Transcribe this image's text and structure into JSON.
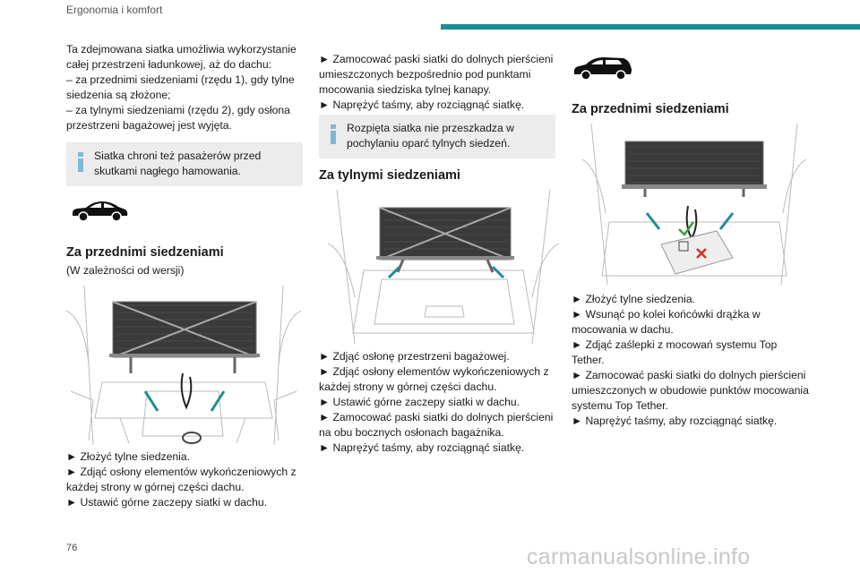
{
  "header": {
    "section_title": "Ergonomia i komfort"
  },
  "page_number": "76",
  "watermark": "carmanualsonline.info",
  "colors": {
    "accent": "#1e8e96",
    "note_icon": "#7fb8d4",
    "note_bg": "#ececec"
  },
  "col1": {
    "intro": "Ta zdejmowana siatka umożliwia wykorzystanie\ncałej przestrzeni ładunkowej, aż do dachu:\n–  za przednimi siedzeniami (rzędu 1), gdy tylne\nsiedzenia są złożone;\n–  za tylnymi siedzeniami (rzędu 2), gdy osłona\nprzestrzeni bagażowej jest wyjęta.",
    "note": "Siatka chroni też pasażerów przed\nskutkami nagłego hamowania.",
    "car_icon": "car-icon",
    "heading": "Za przednimi siedzeniami",
    "subheading": "(W zależności od wersji)",
    "steps": [
      "►  Złożyć tylne siedzenia.",
      "►  Zdjąć osłony elementów wykończeniowych z\nkażdej strony w górnej części dachu.",
      "►  Ustawić górne zaczepy siatki w dachu."
    ]
  },
  "col2": {
    "steps_top": [
      "►  Zamocować paski siatki do dolnych pierścieni\numieszczonych bezpośrednio pod punktami\nmocowania siedziska tylnej kanapy.",
      "►  Naprężyć taśmy, aby rozciągnąć siatkę."
    ],
    "note": "Rozpięta siatka nie przeszkadza w\npochylaniu oparć tylnych siedzeń.",
    "heading": "Za tylnymi siedzeniami",
    "steps": [
      "►  Zdjąć osłonę przestrzeni bagażowej.",
      "►  Zdjąć osłony elementów wykończeniowych z\nkażdej strony w górnej części dachu.",
      "►  Ustawić górne zaczepy siatki w dachu.",
      "►  Zamocować paski siatki do dolnych pierścieni\nna obu bocznych osłonach bagażnika.",
      "►  Naprężyć taśmy, aby rozciągnąć siatkę."
    ]
  },
  "col3": {
    "car_icon": "suv-icon",
    "heading": "Za przednimi siedzeniami",
    "steps": [
      "►  Złożyć tylne siedzenia.",
      "►  Wsunąć po kolei końcówki drążka w\nmocowania w dachu.",
      "►  Zdjąć zaślepki z mocowań systemu Top\nTether.",
      "►  Zamocować paski siatki do dolnych pierścieni\numieszczonych w obudowie punktów mocowania\nsystemu Top Tether.",
      "►  Naprężyć taśmy, aby rozciągnąć siatkę."
    ]
  }
}
